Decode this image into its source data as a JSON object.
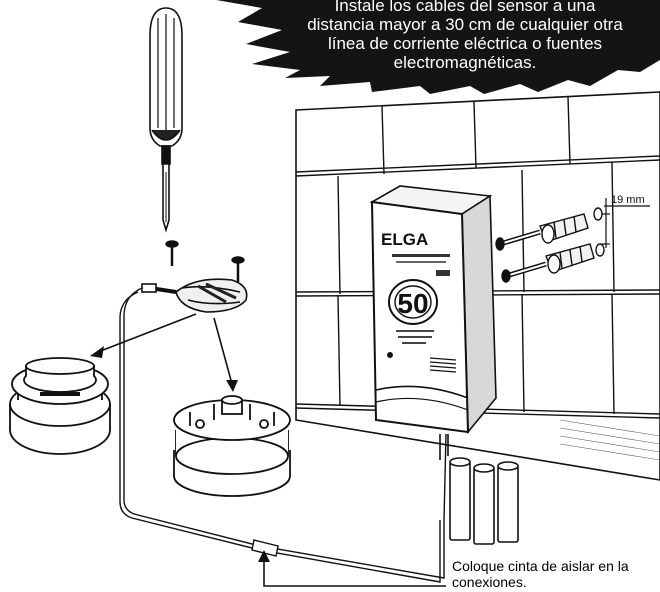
{
  "callout": {
    "lines": [
      "Instale los cables del sensor a una",
      "distancia mayor a 30 cm de cualquier otra",
      "línea de corriente eléctrica o fuentes",
      "electromagnéticas."
    ]
  },
  "device": {
    "brand": "ELGA",
    "display_value": "50"
  },
  "dimension": {
    "label": "19 mm"
  },
  "caption": {
    "line1": "Coloque cinta de aislar en la",
    "line2": "conexiones."
  }
}
